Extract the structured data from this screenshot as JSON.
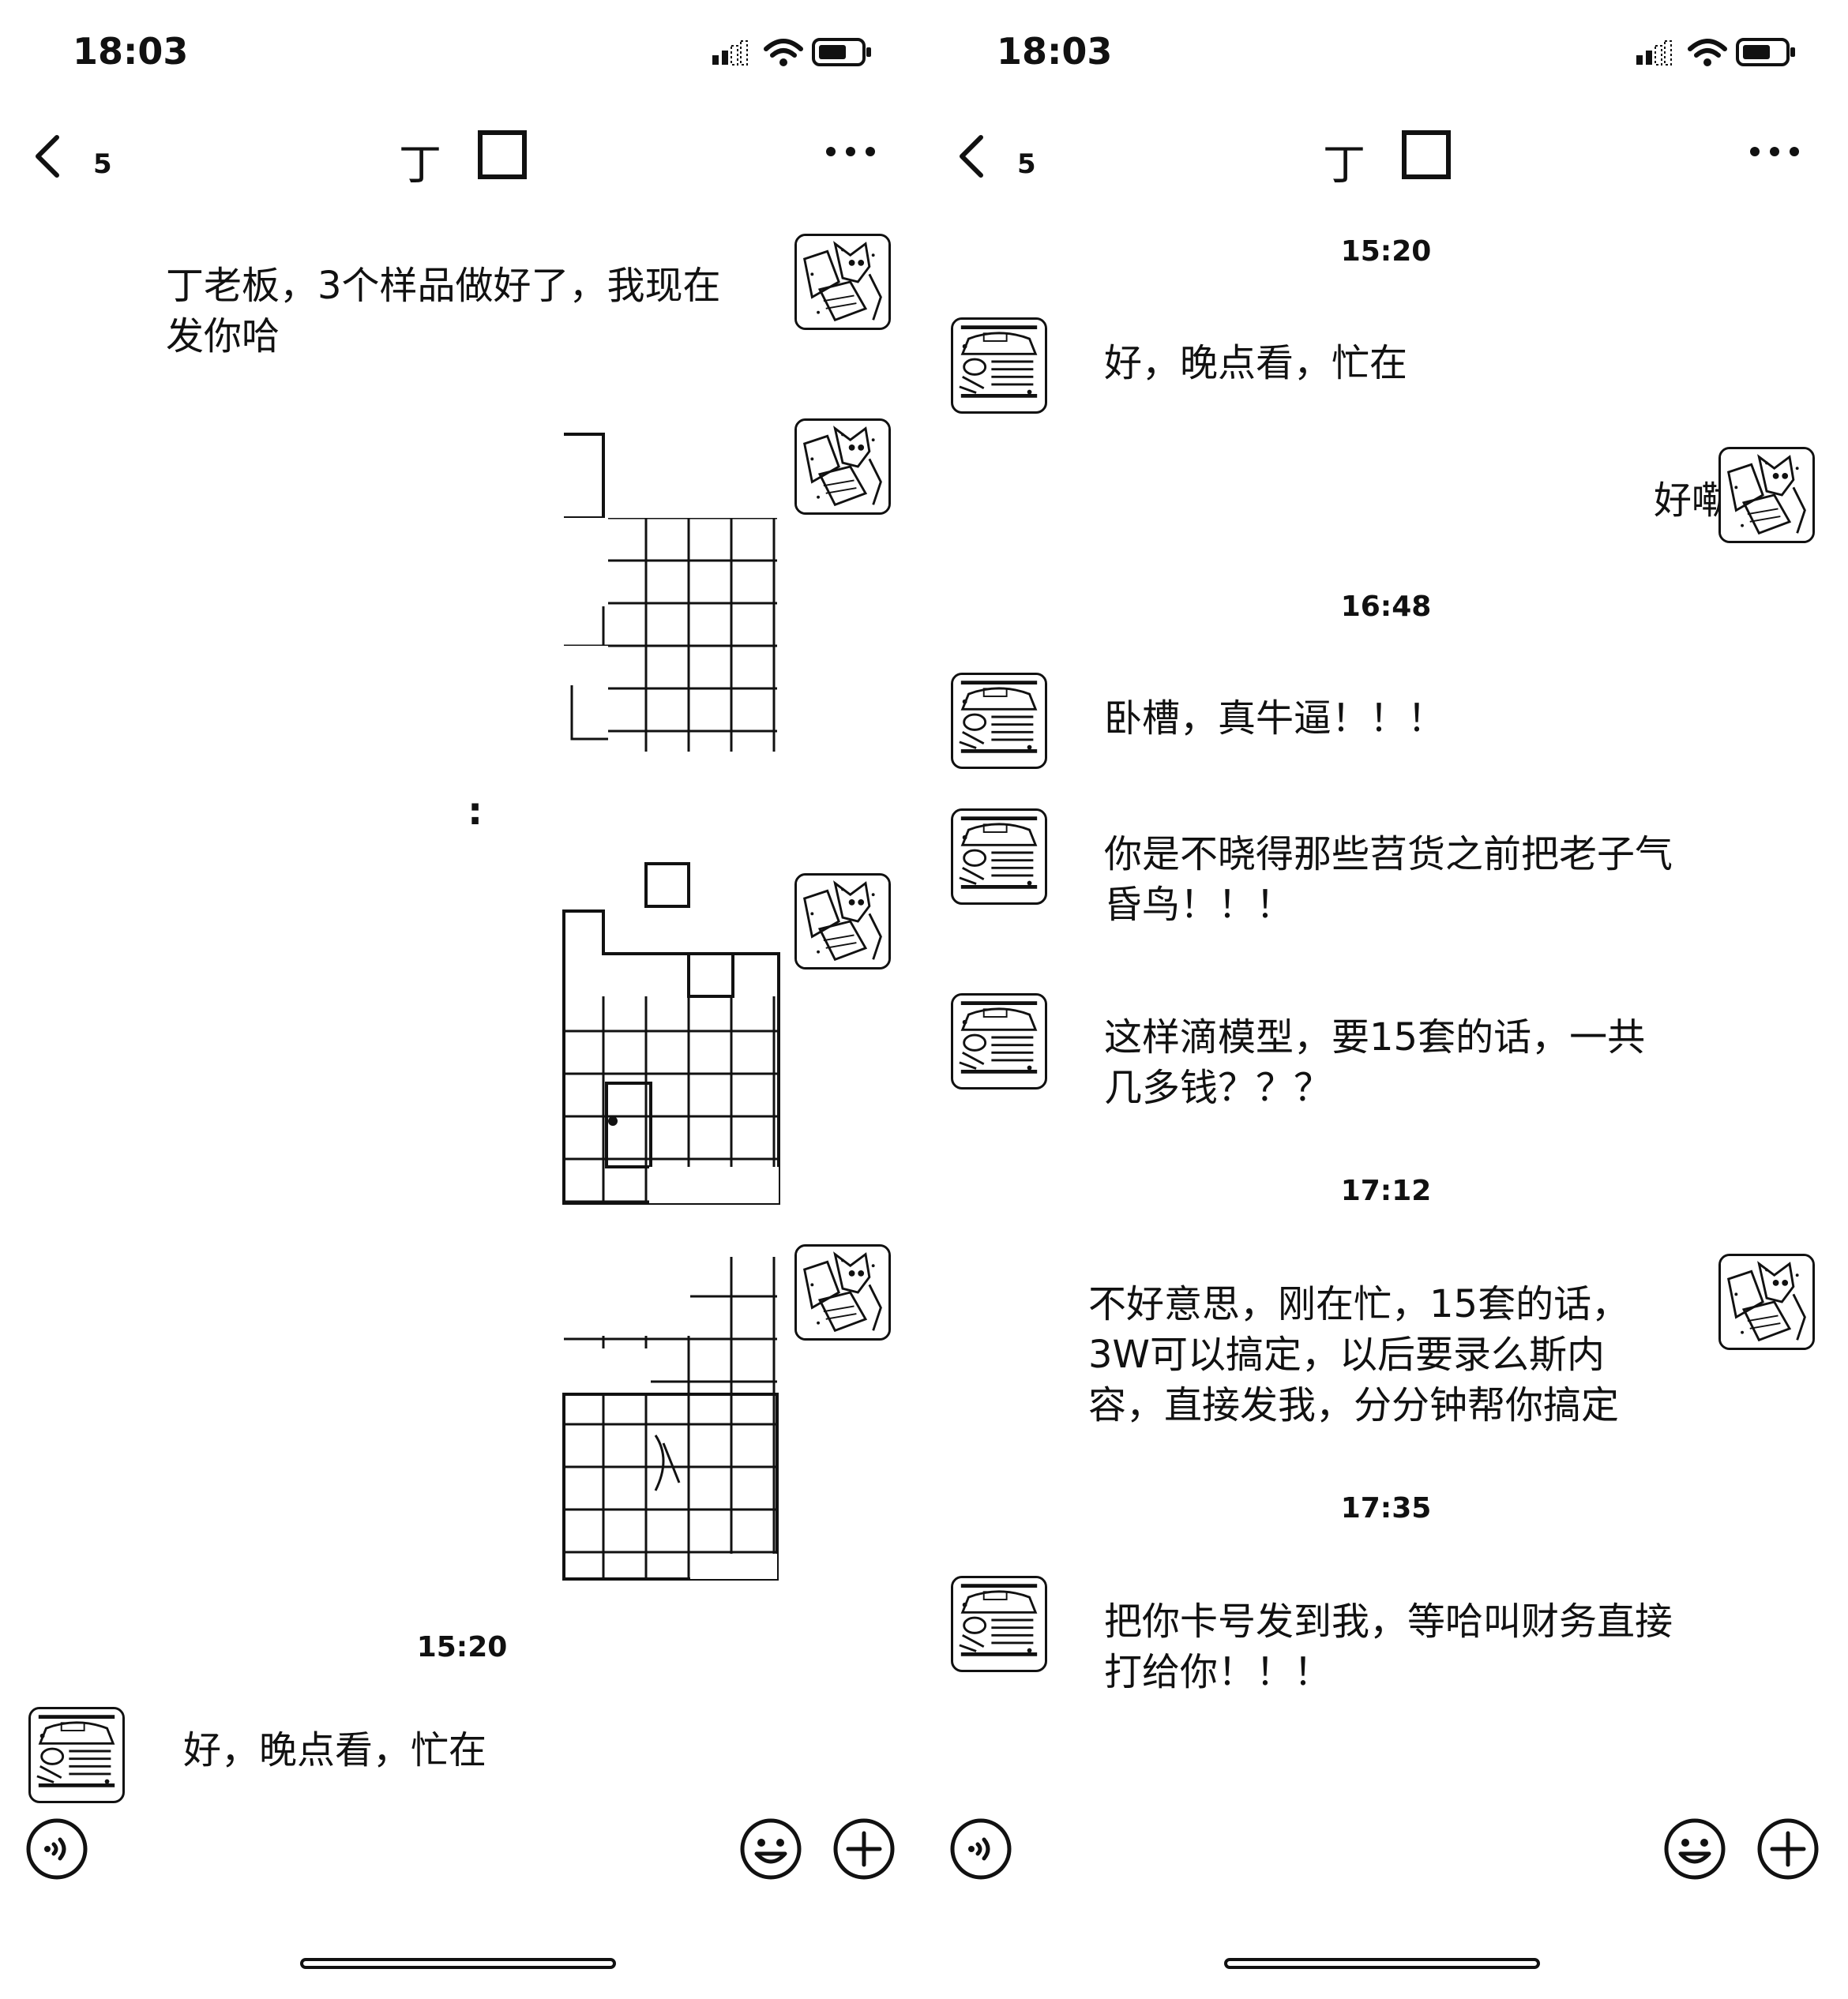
{
  "status_bar": {
    "time": "18:03"
  },
  "nav": {
    "back_count": "5",
    "title": "丁"
  },
  "left_screen": {
    "messages": [
      {
        "sender": "me",
        "type": "text",
        "text": "丁老板，3个样品做好了，我现在发你哈"
      },
      {
        "sender": "me",
        "type": "image",
        "label": "sample-image-1"
      },
      {
        "sender": "system",
        "type": "text",
        "text": ":"
      },
      {
        "sender": "me",
        "type": "image",
        "label": "sample-image-2"
      },
      {
        "sender": "me",
        "type": "image",
        "label": "sample-image-3"
      },
      {
        "sender": "system",
        "type": "time",
        "text": "15:20"
      },
      {
        "sender": "other",
        "type": "text",
        "text": "好，晚点看，忙在"
      }
    ]
  },
  "right_screen": {
    "messages": [
      {
        "sender": "system",
        "type": "time",
        "text": "15:20"
      },
      {
        "sender": "other",
        "type": "text",
        "text": "好，晚点看，忙在"
      },
      {
        "sender": "me",
        "type": "text",
        "text": "好嘞"
      },
      {
        "sender": "system",
        "type": "time",
        "text": "16:48"
      },
      {
        "sender": "other",
        "type": "text",
        "text": "卧槽，真牛逼！！！"
      },
      {
        "sender": "other",
        "type": "text",
        "text": "你是不晓得那些苕货之前把老子气昏鸟！！！"
      },
      {
        "sender": "other",
        "type": "text",
        "text": "这样滴模型，要15套的话，一共几多钱？？？"
      },
      {
        "sender": "system",
        "type": "time",
        "text": "17:12"
      },
      {
        "sender": "me",
        "type": "text",
        "text": "不好意思，刚在忙，15套的话，3W可以搞定，以后要录么斯内容，直接发我，分分钟帮你搞定"
      },
      {
        "sender": "system",
        "type": "time",
        "text": "17:35"
      },
      {
        "sender": "other",
        "type": "text",
        "text": "把你卡号发到我，等哈叫财务直接打给你！！！"
      }
    ]
  },
  "icons": {
    "back": "chevron-left-icon",
    "more": "more-dots-icon",
    "voice": "voice-icon",
    "emoji": "emoji-icon",
    "plus": "plus-icon",
    "signal": "signal-icon",
    "wifi": "wifi-icon",
    "battery": "battery-icon"
  },
  "colors": {
    "background": "#ffffff",
    "ink": "#111111"
  }
}
